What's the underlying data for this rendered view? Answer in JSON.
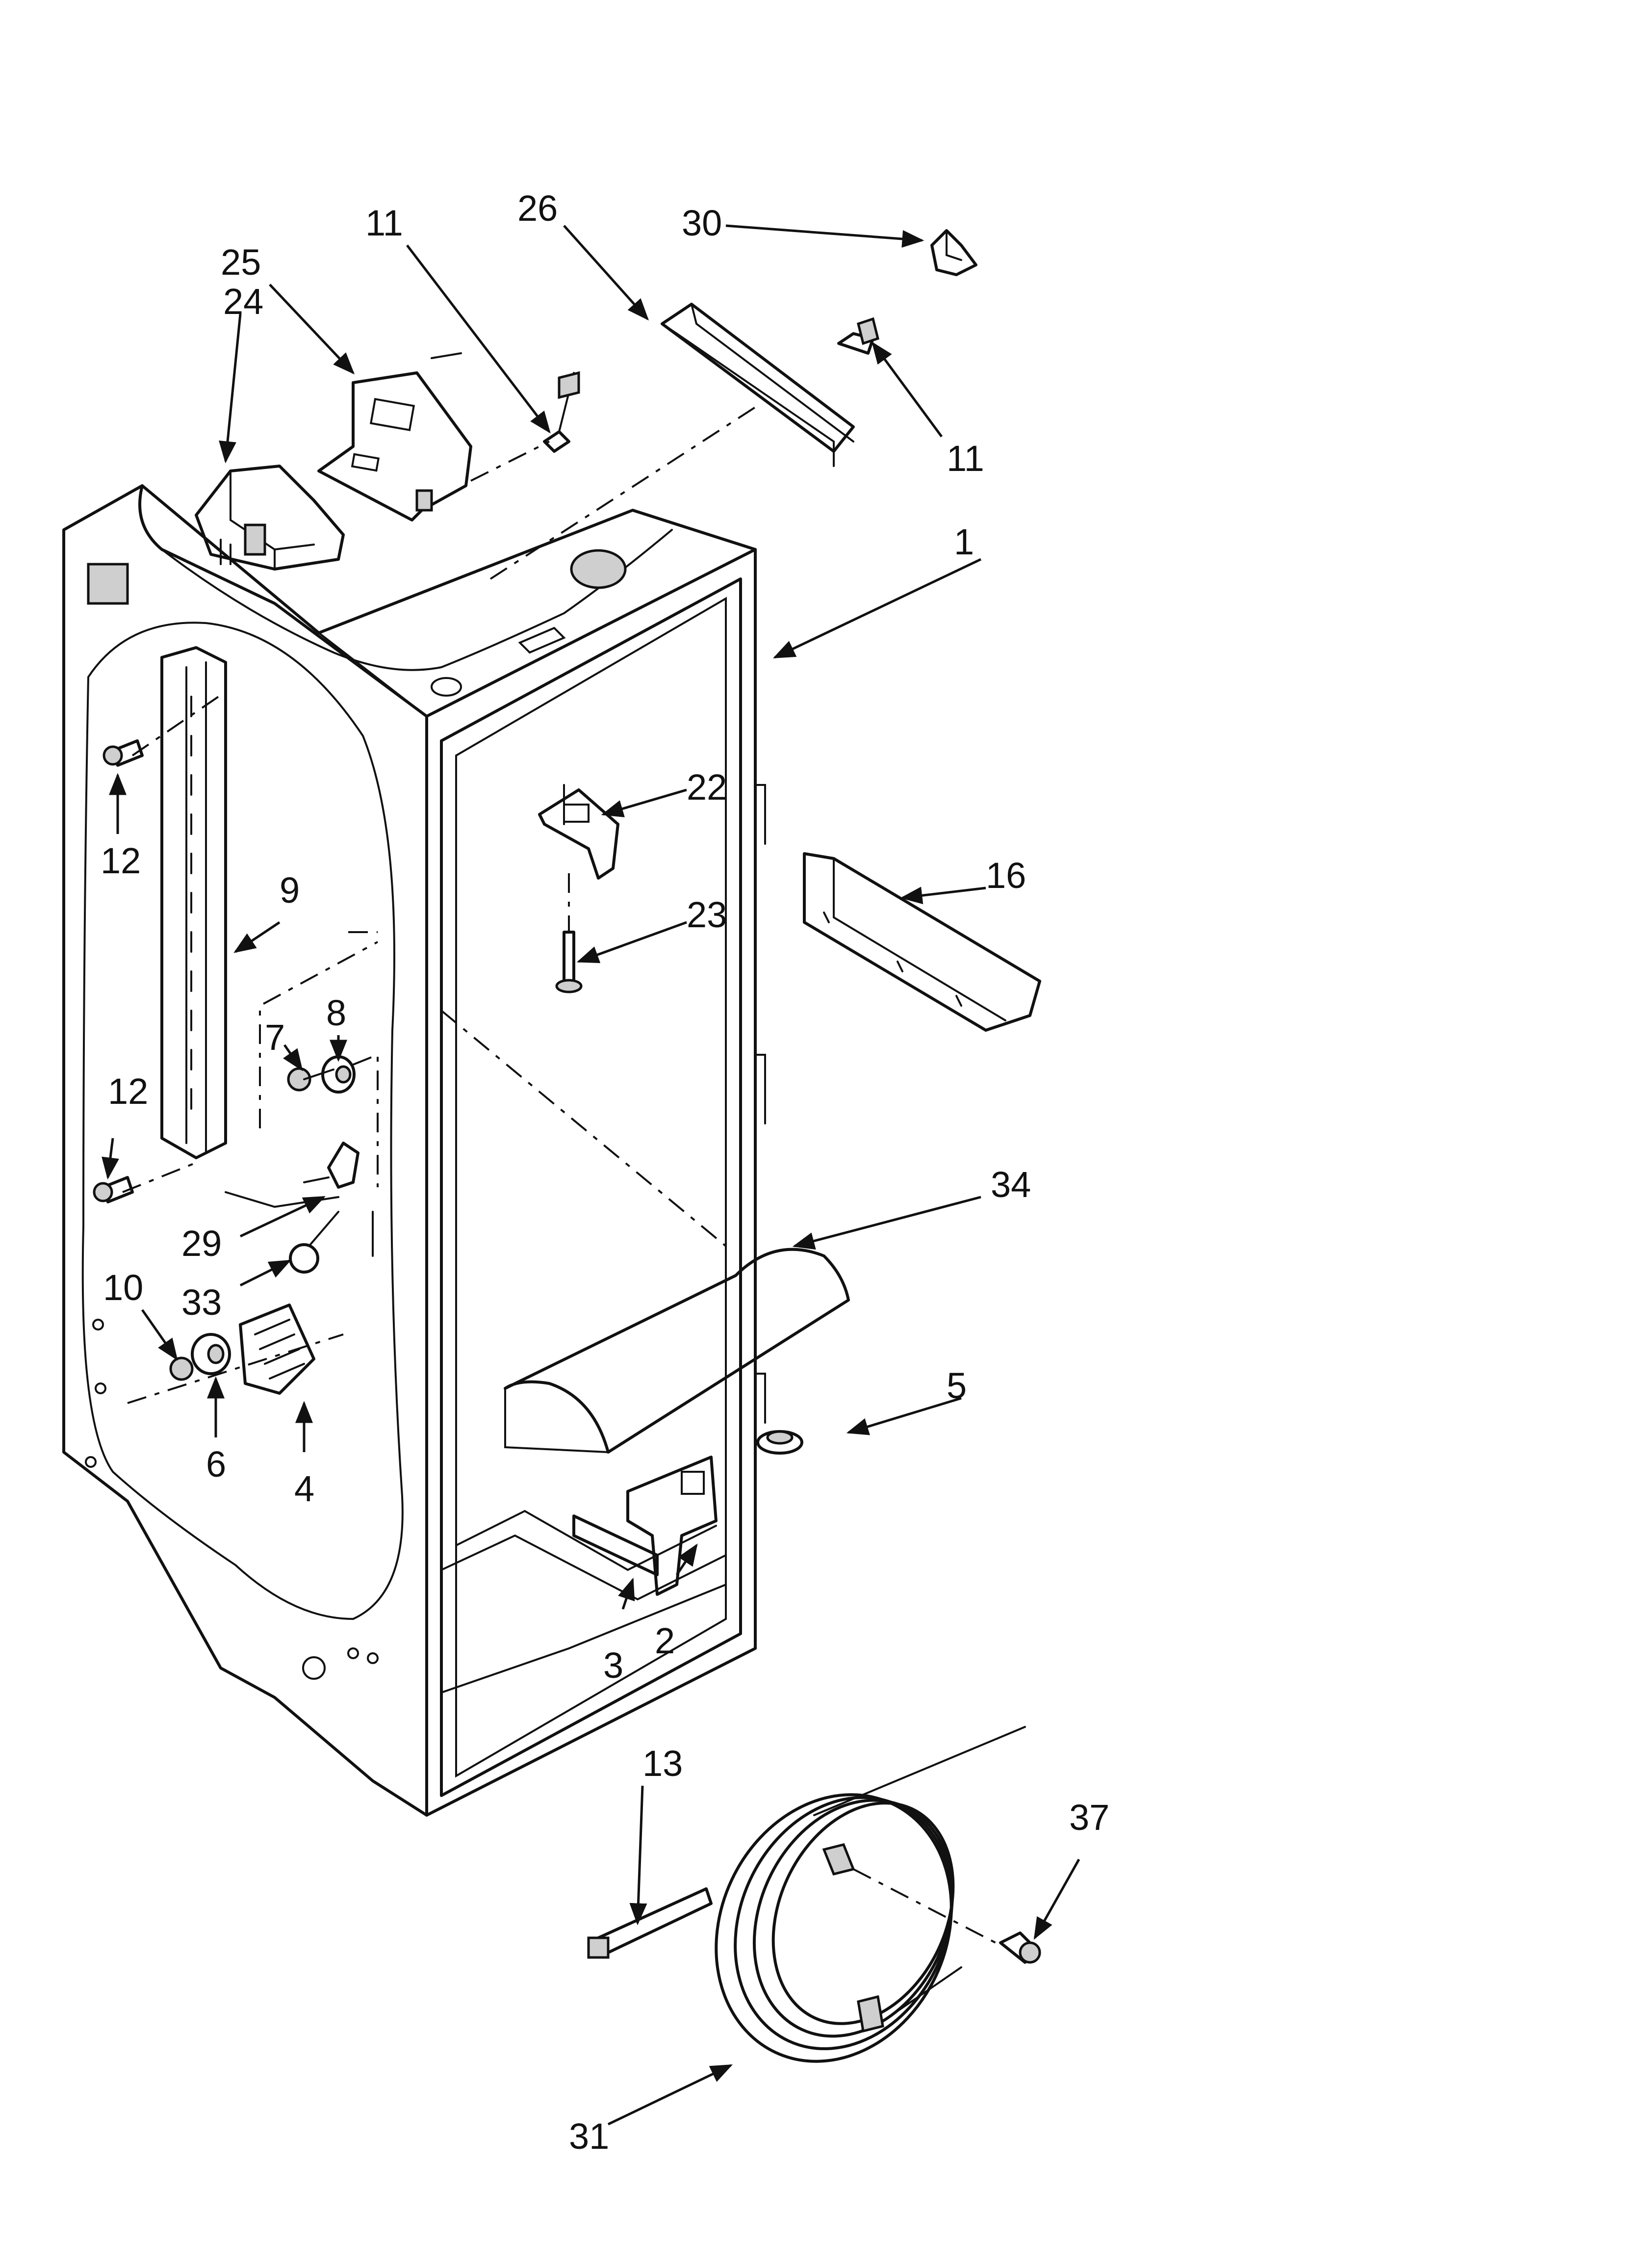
{
  "callouts": [
    {
      "id": "c1",
      "text": "1"
    },
    {
      "id": "c2",
      "text": "2"
    },
    {
      "id": "c3",
      "text": "3"
    },
    {
      "id": "c4",
      "text": "4"
    },
    {
      "id": "c5",
      "text": "5"
    },
    {
      "id": "c6",
      "text": "6"
    },
    {
      "id": "c7",
      "text": "7"
    },
    {
      "id": "c8",
      "text": "8"
    },
    {
      "id": "c9",
      "text": "9"
    },
    {
      "id": "c10",
      "text": "10"
    },
    {
      "id": "c11a",
      "text": "11"
    },
    {
      "id": "c11b",
      "text": "11"
    },
    {
      "id": "c12a",
      "text": "12"
    },
    {
      "id": "c12b",
      "text": "12"
    },
    {
      "id": "c13",
      "text": "13"
    },
    {
      "id": "c16",
      "text": "16"
    },
    {
      "id": "c22",
      "text": "22"
    },
    {
      "id": "c23",
      "text": "23"
    },
    {
      "id": "c24",
      "text": "24"
    },
    {
      "id": "c25",
      "text": "25"
    },
    {
      "id": "c26",
      "text": "26"
    },
    {
      "id": "c29",
      "text": "29"
    },
    {
      "id": "c30",
      "text": "30"
    },
    {
      "id": "c31",
      "text": "31"
    },
    {
      "id": "c33",
      "text": "33"
    },
    {
      "id": "c34",
      "text": "34"
    },
    {
      "id": "c37",
      "text": "37"
    }
  ]
}
